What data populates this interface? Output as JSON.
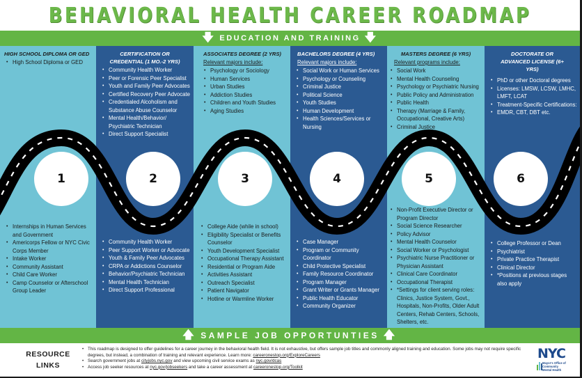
{
  "title": "BEHAVIORAL HEALTH CAREER ROADMAP",
  "bands": {
    "top": {
      "label": "EDUCATION AND TRAINING",
      "arrow": "down-arrow-icon"
    },
    "bottom": {
      "label": "SAMPLE JOB OPPORTUNTIES",
      "arrow": "up-arrow-icon"
    }
  },
  "colors": {
    "title_green": "#6cb84a",
    "band_green": "#63b545",
    "light_column": "#70c3d5",
    "dark_column": "#2b5a92",
    "road": "#000000",
    "logo_blue": "#1e4a8c"
  },
  "stages": [
    {
      "number": "1",
      "heading": "HIGH SCHOOL DIPLOMA OR GED",
      "subheading": "",
      "education": [
        "High School Diploma or GED"
      ],
      "jobs": [
        "Internships in Human Services and Government",
        "Americorps Fellow or NYC Civic Corps Member",
        "Intake Worker",
        "Community Assistant",
        "Child Care Worker",
        "Camp Counselor or Afterschool Group Leader"
      ]
    },
    {
      "number": "2",
      "heading": "CERTIFICATION OR CREDENTIAL (1 MO.-2 YRS)",
      "subheading": "",
      "education": [
        "Community Health Worker",
        "Peer or Forensic Peer Specialist",
        "Youth and Family Peer Advocates",
        "Certified Recovery Peer Advocate",
        "Credentialed Alcoholism and Substance Abuse Counselor",
        "Mental Health/Behavior/ Psychiatric Technician",
        "Direct Support Specialist"
      ],
      "jobs": [
        "Community Health Worker",
        "Peer Support Worker or Advocate",
        "Youth & Family Peer Advocates",
        "CRPA or Addictions Counselor",
        "Behavior/Psychiatric Technician",
        "Mental Health Technician",
        "Direct Support Professional"
      ]
    },
    {
      "number": "3",
      "heading": "ASSOCIATES DEGREE (2 YRS)",
      "subheading": "Relevant majors include:",
      "education": [
        "Psychology or Sociology",
        "Human Services",
        "Urban Studies",
        "Addiction Studies",
        "Children and Youth Studies",
        "Aging Studies"
      ],
      "jobs": [
        "College Aide (while in school)",
        "Eligibility Specialist or Benefits Counselor",
        "Youth Development Specialist",
        "Occupational Therapy Assistant",
        "Residential or Program Aide",
        "Activities Assistant",
        "Outreach Specialist",
        "Patient Navigator",
        "Hotline or Warmline Worker"
      ]
    },
    {
      "number": "4",
      "heading": "BACHELORS DEGREE (4 YRS)",
      "subheading": "Relevant majors include:",
      "education": [
        "Social Work or Human Services",
        "Psychology or Counseling",
        "Criminal Justice",
        "Political Science",
        "Youth Studies",
        "Human Development",
        "Health Sciences/Services or Nursing"
      ],
      "jobs": [
        "Case Manager",
        "Program or Community Coordinator",
        "Child Protective Specialist",
        "Family Resource Coordinator",
        "Program Manager",
        "Grant Writer or Grants Manager",
        "Public Health Educator",
        "Community Organizer"
      ]
    },
    {
      "number": "5",
      "heading": "MASTERS DEGREE (6 YRS)",
      "subheading": "Relevant programs include:",
      "education": [
        "Social Work",
        "Mental Health Counseling",
        "Psychology or Psychiatric Nursing",
        "Public Policy and Administration",
        "Public Health",
        "Therapy (Marriage & Family, Occupational, Creative Arts)",
        "Criminal Justice"
      ],
      "jobs": [
        "Non-Profit Executive Director or Program Director",
        "Social Science Researcher",
        "Policy Advisor",
        "Mental Health Counselor",
        "Social Worker or Psychologist",
        "Psychiatric Nurse Practitioner or Physician Assistant",
        "Clinical Care Coordinator",
        "Occupational Therapist",
        "*Settings for client serving roles: Clinics, Justice System, Govt., Hospitals, Non-Profits, Older Adult Centers, Rehab Centers, Schools, Shelters, etc."
      ]
    },
    {
      "number": "6",
      "heading": "DOCTORATE OR ADVANCED LICENSE (6+ YRS)",
      "subheading": "",
      "education": [
        "PhD or other Doctoral degrees",
        "Licenses: LMSW, LCSW, LMHC, LMFT, LCAT",
        "Treatment-Specific Certifications:",
        "EMDR, CBT, DBT etc."
      ],
      "jobs": [
        "College Professor or Dean",
        "Psychiatrist",
        "Private Practice Therapist",
        "Clinical Director",
        "*Positions at previous stages also apply"
      ]
    }
  ],
  "resources": {
    "label_line1": "RESOURCE",
    "label_line2": "LINKS",
    "items": [
      {
        "text_before": "This roadmap is designed to offer guidelines for a career journey in the behavioral health field. It is not exhaustive, but offers sample job titles and commonly aligned training and education. Some jobs may not require specific degrees, but instead, a combination of training and relevant experience. Learn more: ",
        "link1": "careeronestop.org/ExploreCareers",
        "text_middle": "",
        "link2": "",
        "text_after": ""
      },
      {
        "text_before": "Search government jobs at ",
        "link1": "cityjobs.nyc.gov",
        "text_middle": " and view upcoming civil service exams as ",
        "link2": "nyc.gov/dcas",
        "text_after": ""
      },
      {
        "text_before": "Access job seeker resources at ",
        "link1": "nyc.gov/jobseekers",
        "text_middle": " and take a career assessment at ",
        "link2": "careeronestop.org/Toolkit",
        "text_after": ""
      }
    ]
  },
  "logo": {
    "wordmark": "NYC",
    "line1": "Mayor's Office of",
    "line2": "Community",
    "line3": "Mental Health"
  }
}
